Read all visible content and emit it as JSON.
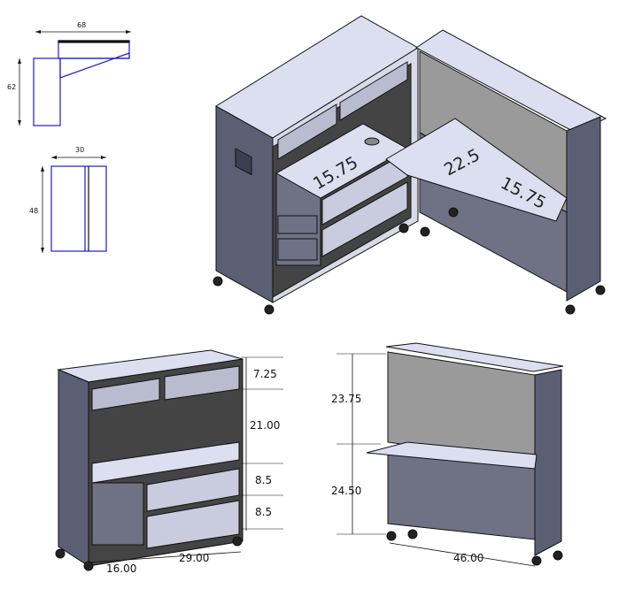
{
  "colors": {
    "top_surface": "#dcdff0",
    "frame": "#5b5f74",
    "frame_dark": "#3c3f50",
    "panel_grey": "#9a9a9a",
    "panel_dark": "#6f7285",
    "outline": "#111111",
    "blue_line": "#1a1ad6"
  },
  "plan_views": {
    "top_view": {
      "width_label": "68",
      "depth_label": "62"
    },
    "side_view": {
      "width_label": "30",
      "height_label": "48"
    }
  },
  "iso_view": {
    "left_shelf_label": "15.75",
    "desk_width_label": "22.5",
    "desk_depth_label": "15.75"
  },
  "front_view": {
    "heights": [
      "7.25",
      "21.00",
      "8.5",
      "8.5"
    ],
    "widths": [
      "16.00",
      "29.00"
    ]
  },
  "desk_view": {
    "heights": [
      "23.75",
      "24.50"
    ],
    "width": "46.00"
  }
}
